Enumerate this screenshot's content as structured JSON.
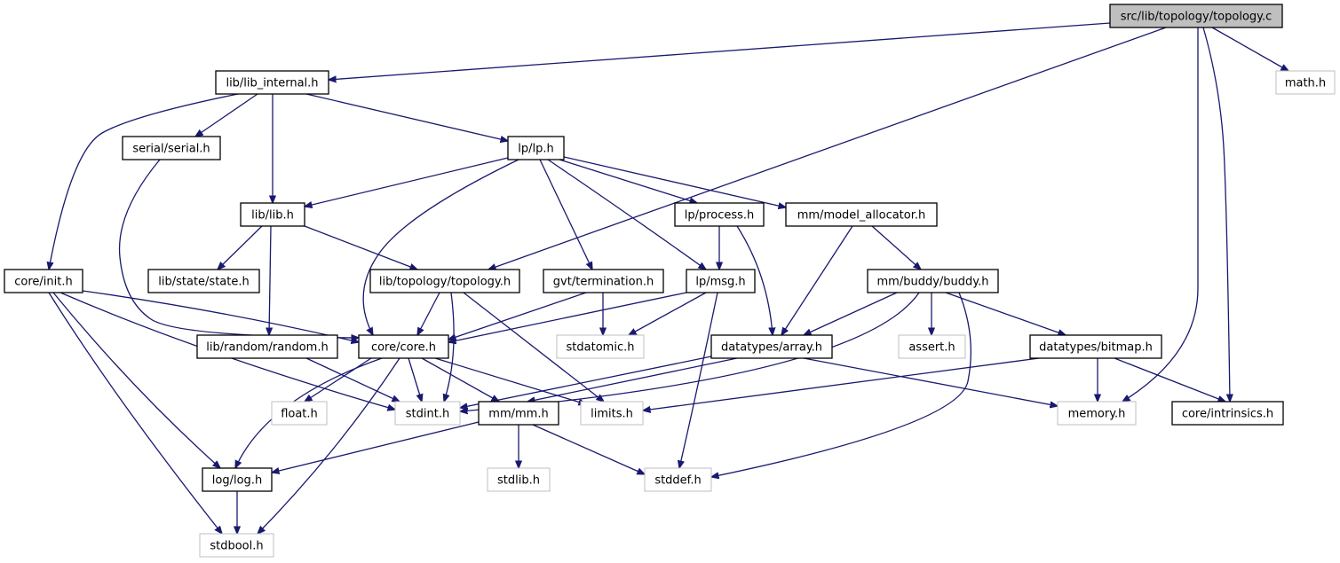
{
  "diagram": {
    "nodes": [
      {
        "id": "topology_c",
        "label": "src/lib/topology/topology.c",
        "kind": "root"
      },
      {
        "id": "lib_internal",
        "label": "lib/lib_internal.h",
        "kind": "local"
      },
      {
        "id": "math",
        "label": "math.h",
        "kind": "external"
      },
      {
        "id": "serial",
        "label": "serial/serial.h",
        "kind": "local"
      },
      {
        "id": "lp",
        "label": "lp/lp.h",
        "kind": "local"
      },
      {
        "id": "lib",
        "label": "lib/lib.h",
        "kind": "local"
      },
      {
        "id": "process",
        "label": "lp/process.h",
        "kind": "local"
      },
      {
        "id": "model_allocator",
        "label": "mm/model_allocator.h",
        "kind": "local"
      },
      {
        "id": "init",
        "label": "core/init.h",
        "kind": "local"
      },
      {
        "id": "state",
        "label": "lib/state/state.h",
        "kind": "local"
      },
      {
        "id": "topology_h",
        "label": "lib/topology/topology.h",
        "kind": "local"
      },
      {
        "id": "termination",
        "label": "gvt/termination.h",
        "kind": "local"
      },
      {
        "id": "msg",
        "label": "lp/msg.h",
        "kind": "local"
      },
      {
        "id": "buddy",
        "label": "mm/buddy/buddy.h",
        "kind": "local"
      },
      {
        "id": "random",
        "label": "lib/random/random.h",
        "kind": "local"
      },
      {
        "id": "core",
        "label": "core/core.h",
        "kind": "local"
      },
      {
        "id": "stdatomic",
        "label": "stdatomic.h",
        "kind": "external"
      },
      {
        "id": "array",
        "label": "datatypes/array.h",
        "kind": "local"
      },
      {
        "id": "assert",
        "label": "assert.h",
        "kind": "external"
      },
      {
        "id": "bitmap",
        "label": "datatypes/bitmap.h",
        "kind": "local"
      },
      {
        "id": "float",
        "label": "float.h",
        "kind": "external"
      },
      {
        "id": "stdint",
        "label": "stdint.h",
        "kind": "external"
      },
      {
        "id": "mm",
        "label": "mm/mm.h",
        "kind": "local"
      },
      {
        "id": "limits",
        "label": "limits.h",
        "kind": "external"
      },
      {
        "id": "memory",
        "label": "memory.h",
        "kind": "external"
      },
      {
        "id": "intrinsics",
        "label": "core/intrinsics.h",
        "kind": "local"
      },
      {
        "id": "log",
        "label": "log/log.h",
        "kind": "local"
      },
      {
        "id": "stdlib",
        "label": "stdlib.h",
        "kind": "external"
      },
      {
        "id": "stddef",
        "label": "stddef.h",
        "kind": "external"
      },
      {
        "id": "stdbool",
        "label": "stdbool.h",
        "kind": "external"
      }
    ],
    "edges": [
      [
        "topology_c",
        "lib_internal"
      ],
      [
        "topology_c",
        "topology_h"
      ],
      [
        "topology_c",
        "math"
      ],
      [
        "topology_c",
        "memory"
      ],
      [
        "topology_c",
        "intrinsics"
      ],
      [
        "lib_internal",
        "init"
      ],
      [
        "lib_internal",
        "serial"
      ],
      [
        "lib_internal",
        "lib"
      ],
      [
        "lib_internal",
        "lp"
      ],
      [
        "serial",
        "core"
      ],
      [
        "lp",
        "lib"
      ],
      [
        "lp",
        "core"
      ],
      [
        "lp",
        "termination"
      ],
      [
        "lp",
        "process"
      ],
      [
        "lp",
        "msg"
      ],
      [
        "lp",
        "model_allocator"
      ],
      [
        "lib",
        "state"
      ],
      [
        "lib",
        "random"
      ],
      [
        "lib",
        "topology_h"
      ],
      [
        "process",
        "msg"
      ],
      [
        "process",
        "array"
      ],
      [
        "model_allocator",
        "array"
      ],
      [
        "model_allocator",
        "buddy"
      ],
      [
        "init",
        "core"
      ],
      [
        "init",
        "stdint"
      ],
      [
        "init",
        "log"
      ],
      [
        "init",
        "stdbool"
      ],
      [
        "topology_h",
        "core"
      ],
      [
        "topology_h",
        "stdint"
      ],
      [
        "topology_h",
        "limits"
      ],
      [
        "termination",
        "core"
      ],
      [
        "termination",
        "stdatomic"
      ],
      [
        "msg",
        "core"
      ],
      [
        "msg",
        "stdatomic"
      ],
      [
        "msg",
        "stddef"
      ],
      [
        "buddy",
        "array"
      ],
      [
        "buddy",
        "stdint"
      ],
      [
        "buddy",
        "assert"
      ],
      [
        "buddy",
        "bitmap"
      ],
      [
        "buddy",
        "stddef"
      ],
      [
        "random",
        "stdint"
      ],
      [
        "core",
        "float"
      ],
      [
        "core",
        "stdint"
      ],
      [
        "core",
        "mm"
      ],
      [
        "core",
        "limits"
      ],
      [
        "core",
        "log"
      ],
      [
        "core",
        "stdbool"
      ],
      [
        "array",
        "stdint"
      ],
      [
        "array",
        "mm"
      ],
      [
        "array",
        "memory"
      ],
      [
        "bitmap",
        "limits"
      ],
      [
        "bitmap",
        "memory"
      ],
      [
        "bitmap",
        "intrinsics"
      ],
      [
        "mm",
        "log"
      ],
      [
        "mm",
        "stdlib"
      ],
      [
        "mm",
        "stddef"
      ],
      [
        "log",
        "stdbool"
      ]
    ]
  },
  "colors": {
    "edge": "#191970",
    "root_fill": "#bfbfbf",
    "local_border": "#000000",
    "external_border": "#bfbfbf"
  }
}
